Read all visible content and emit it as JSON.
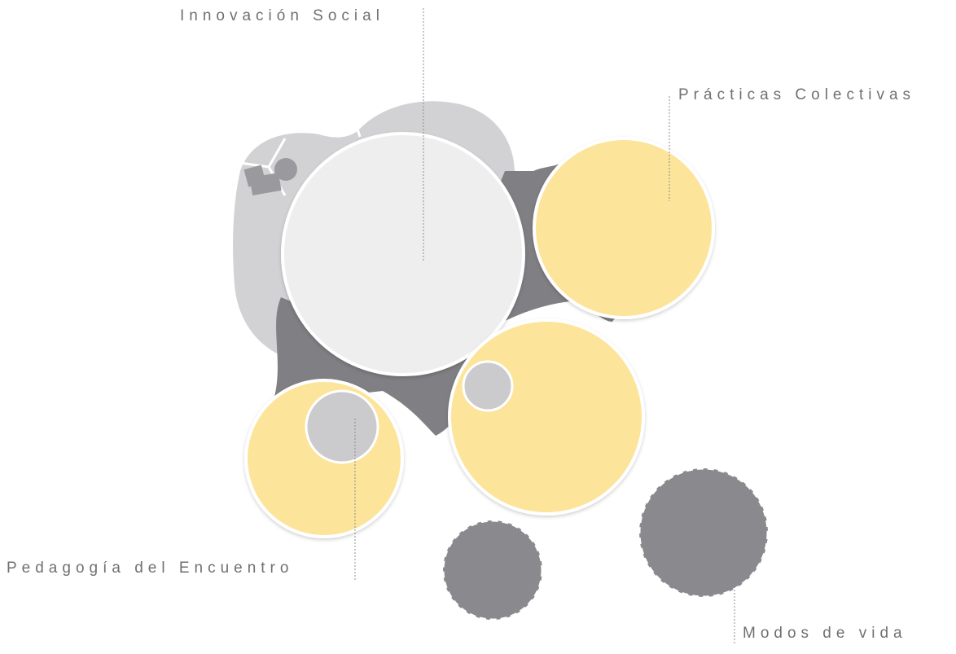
{
  "labels": {
    "innovacion_social": "Innovación Social",
    "practicas_colectivas": "Prácticas Colectivas",
    "pedagogia_del_encuentro": "Pedagogía del Encuentro",
    "modos_de_vida": "Modos de vida"
  },
  "colors": {
    "light_gray_blob": "#d2d2d4",
    "dark_gray_blob": "#808084",
    "main_circle": "#eeeeee",
    "yellow": "#fde49b",
    "small_gray_circle": "#cbcacd",
    "dashed_circle": "#8a8a8e",
    "label_text": "#707070",
    "leader_line": "#8c8c8c"
  }
}
